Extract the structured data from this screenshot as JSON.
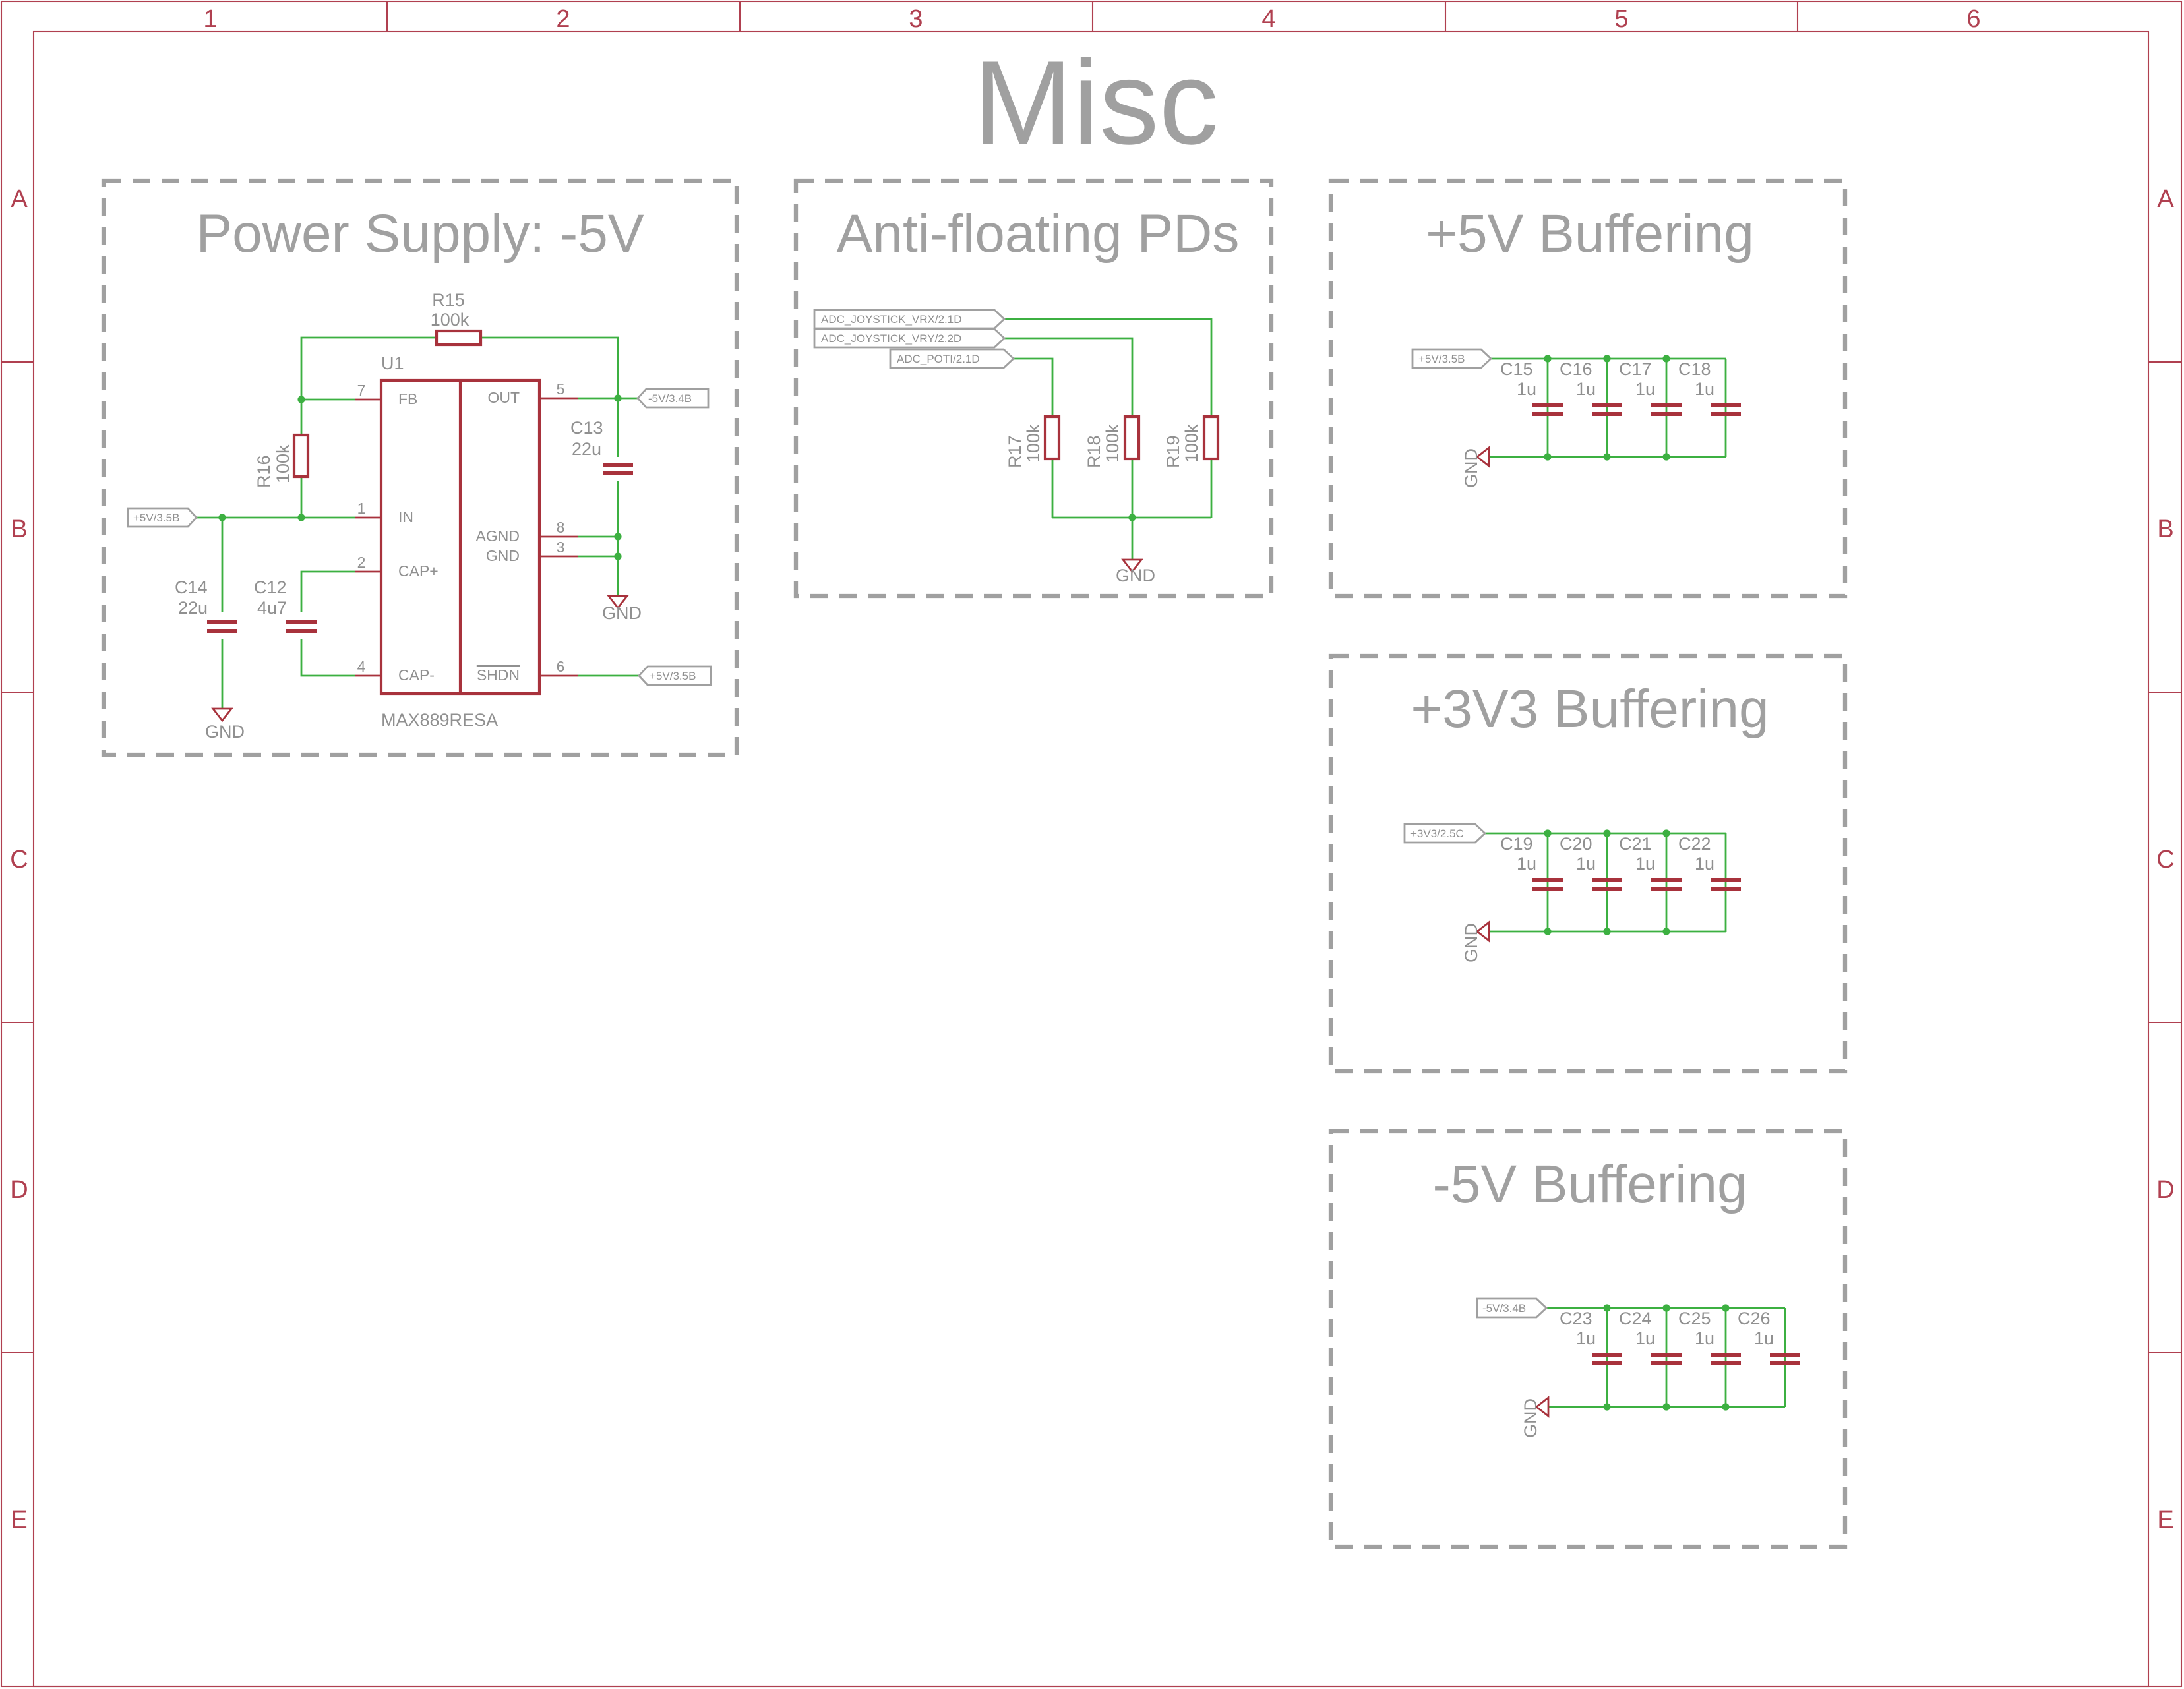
{
  "sheet": {
    "title": "Misc",
    "columns": [
      "1",
      "2",
      "3",
      "4",
      "5",
      "6"
    ],
    "rows": [
      "A",
      "B",
      "C",
      "D",
      "E"
    ]
  },
  "frames": {
    "power_supply": "Power Supply: -5V",
    "anti_floating": "Anti-floating PDs",
    "buf_5v": "+5V Buffering",
    "buf_3v3": "+3V3 Buffering",
    "buf_neg5v": "-5V Buffering"
  },
  "power_supply": {
    "u1_name": "U1",
    "u1_value": "MAX889RESA",
    "pins": {
      "fb": "FB",
      "in": "IN",
      "cap_plus": "CAP+",
      "cap_minus": "CAP-",
      "out": "OUT",
      "agnd": "AGND",
      "gnd": "GND",
      "shdn": "SHDN"
    },
    "pin_numbers": {
      "fb": "7",
      "in": "1",
      "cap_plus": "2",
      "cap_minus": "4",
      "out": "5",
      "agnd": "8",
      "gnd": "3",
      "shdn": "6"
    },
    "r15": {
      "name": "R15",
      "value": "100k"
    },
    "r16": {
      "name": "R16",
      "value": "100k"
    },
    "c13": {
      "name": "C13",
      "value": "22u"
    },
    "c12": {
      "name": "C12",
      "value": "4u7"
    },
    "c14": {
      "name": "C14",
      "value": "22u"
    },
    "port_in": "+5V/3.5B",
    "port_out": "-5V/3.4B",
    "port_shdn": "+5V/3.5B",
    "gnd_left": "GND",
    "gnd_right": "GND"
  },
  "anti_floating": {
    "ports": [
      "ADC_JOYSTICK_VRX/2.1D",
      "ADC_JOYSTICK_VRY/2.2D",
      "ADC_POTI/2.1D"
    ],
    "resistors": [
      {
        "name": "R17",
        "value": "100k"
      },
      {
        "name": "R18",
        "value": "100k"
      },
      {
        "name": "R19",
        "value": "100k"
      }
    ],
    "gnd": "GND"
  },
  "buf_5v": {
    "port": "+5V/3.5B",
    "gnd": "GND",
    "caps": [
      {
        "name": "C15",
        "value": "1u"
      },
      {
        "name": "C16",
        "value": "1u"
      },
      {
        "name": "C17",
        "value": "1u"
      },
      {
        "name": "C18",
        "value": "1u"
      }
    ]
  },
  "buf_3v3": {
    "port": "+3V3/2.5C",
    "gnd": "GND",
    "caps": [
      {
        "name": "C19",
        "value": "1u"
      },
      {
        "name": "C20",
        "value": "1u"
      },
      {
        "name": "C21",
        "value": "1u"
      },
      {
        "name": "C22",
        "value": "1u"
      }
    ]
  },
  "buf_neg5v": {
    "port": "-5V/3.4B",
    "gnd": "GND",
    "caps": [
      {
        "name": "C23",
        "value": "1u"
      },
      {
        "name": "C24",
        "value": "1u"
      },
      {
        "name": "C25",
        "value": "1u"
      },
      {
        "name": "C26",
        "value": "1u"
      }
    ]
  },
  "colors": {
    "frame": "#b04050",
    "symbol": "#a8323c",
    "wire": "#3cb041",
    "text": "#909090",
    "dashed_frame": "#a0a0a0"
  }
}
